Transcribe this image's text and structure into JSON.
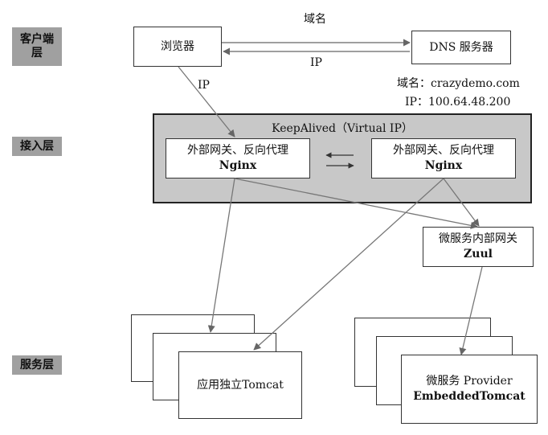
{
  "layers": {
    "client": "客户端层",
    "access": "接入层",
    "service": "服务层"
  },
  "browser": {
    "label": "浏览器"
  },
  "dns": {
    "label": "DNS 服务器"
  },
  "links": {
    "domain_label": "域名",
    "ip_back_label": "IP",
    "browser_ip_label": "IP"
  },
  "dns_info": {
    "domain_line": "域名：crazydemo.com",
    "ip_line": "IP：100.64.48.200"
  },
  "keepalived": {
    "title": "KeepAlived（Virtual IP）"
  },
  "nginx_left": {
    "line1": "外部网关、反向代理",
    "line2": "Nginx"
  },
  "nginx_right": {
    "line1": "外部网关、反向代理",
    "line2": "Nginx"
  },
  "zuul": {
    "line1": "微服务内部网关",
    "line2": "Zuul"
  },
  "tomcat": {
    "label": "应用独立Tomcat"
  },
  "provider": {
    "line1": "微服务 Provider",
    "line2": "EmbeddedTomcat"
  },
  "colors": {
    "layer_label_bg": "#a0a0a0",
    "group_bg": "#c8c8c8",
    "arrow": "#777777"
  }
}
